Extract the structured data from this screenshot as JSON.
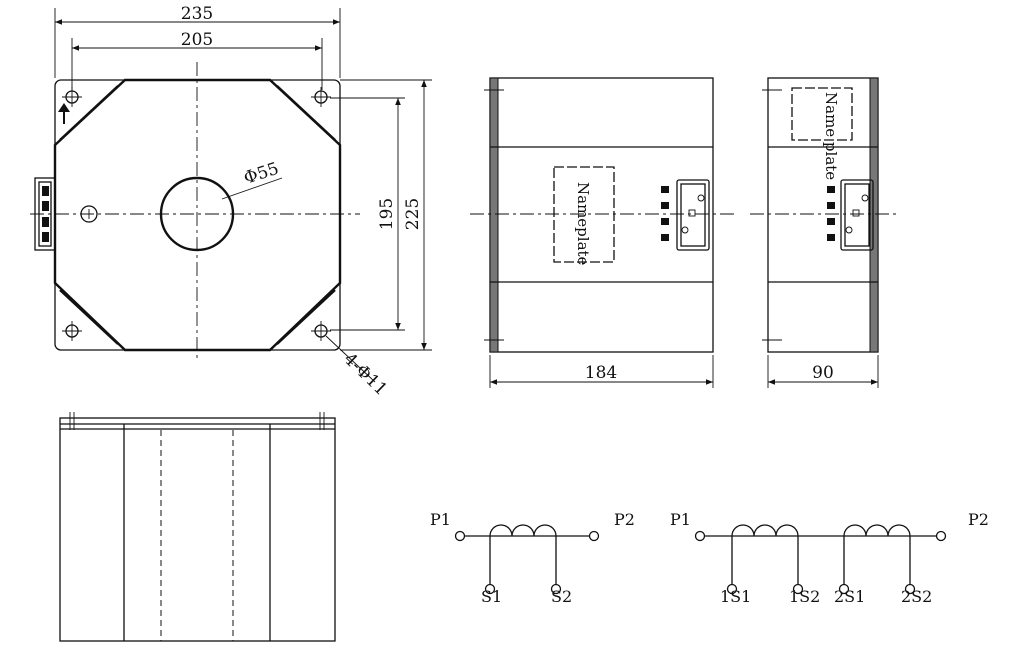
{
  "dimensions": {
    "width_outer": "235",
    "width_inner": "205",
    "hole_diameter": "Φ55",
    "height_inner": "195",
    "height_outer": "225",
    "mount_holes": "4-Φ11",
    "depth_side": "184",
    "depth_end": "90"
  },
  "labels": {
    "nameplate_side": "Nameplate",
    "nameplate_end": "Name plate"
  },
  "schematic_single": {
    "primary_left": "P1",
    "primary_right": "P2",
    "secondary_a": "S1",
    "secondary_b": "S2"
  },
  "schematic_dual": {
    "primary_left": "P1",
    "primary_right": "P2",
    "sec1_a": "1S1",
    "sec1_b": "1S2",
    "sec2_a": "2S1",
    "sec2_b": "2S2"
  }
}
